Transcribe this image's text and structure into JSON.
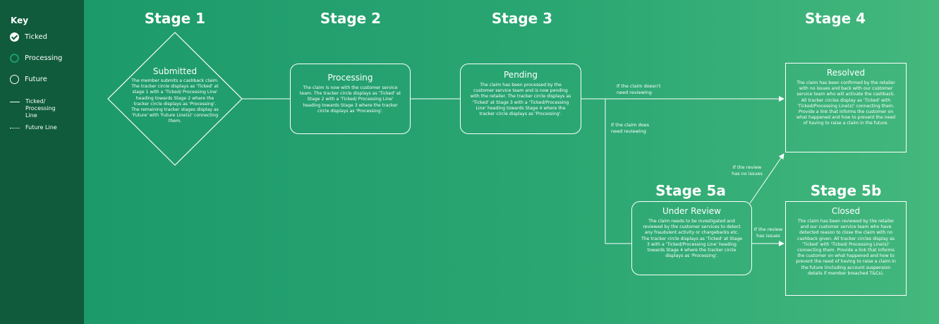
{
  "key": {
    "title": "Key",
    "ticked": "Ticked",
    "processing": "Processing",
    "future": "Future",
    "ticked_processing_line": "Ticked/ Processing Line",
    "future_line": "Future Line"
  },
  "stages": {
    "s1": "Stage 1",
    "s2": "Stage 2",
    "s3": "Stage 3",
    "s4": "Stage 4",
    "s5a": "Stage 5a",
    "s5b": "Stage 5b"
  },
  "nodes": {
    "submitted": {
      "title": "Submitted",
      "body": "The member submits a cashback claim. The tracker circle displays as 'Ticked' at stage 1 with a 'Ticked/ Processing Line' heading towards Stage 2 where the tracker circle displays as 'Processing'. The remaining tracker stages display as 'Future' with 'Future Line(s)' connecting them."
    },
    "processing": {
      "title": "Processing",
      "body": "The claim is now with the customer service team. The tracker circle displays as 'Ticked' at Stage 2 with a 'Ticked/ Processing Line' heading towards Stage 3 where the tracker circle displays as 'Processing'."
    },
    "pending": {
      "title": "Pending",
      "body": "The claim has been processed by the customer service team and is now pending with the retailer. The tracker circle displays as 'Ticked' at Stage 3 with a 'Ticked/Processing Line' heading towards Stage 4 where the tracker circle displays as 'Processing'."
    },
    "resolved": {
      "title": "Resolved",
      "body": "The claim has been confirmed by the retailer with no issues and back with our customer service team who will activate the cashback. All tracker circles display as 'Ticked' with 'Ticked/Processing Line(s)' connecting them. Provide a link that informs the customer on what happened and how to prevent the need of having to raise a claim in the future."
    },
    "under_review": {
      "title": "Under Review",
      "body": "The claim needs to be investigated and reviewed by the customer services to detect any fraudulent activity or chargebacks etc. The tracker circle displays as 'Ticked' at Stage 3 with a 'Ticked/Processing Line' heading towards Stage 4 where the tracker circle displays as 'Processing'."
    },
    "closed": {
      "title": "Closed",
      "body": "The claim has been reviewed by the retailer and our customer service team who have detected reason to close the claim with no cashback given. All tracker circles display as 'Ticked' with 'Ticked/ Processing Line(s)' connecting them. Provide a link that informs the customer on what happened and how to prevent the need of having to raise a claim in the future (including account suspension details if member breached T&Cs)."
    }
  },
  "edge_labels": {
    "no_review": "If the claim doesn't need reviewing",
    "needs_review": "If the claim does need reviewing",
    "review_no_issues": "If the review has no issues",
    "review_has_issues": "If the review has issues"
  },
  "colors": {
    "sidebar": "#0f5b3c",
    "main_start": "#1d9a6a",
    "main_end": "#44b87d",
    "line": "#ffffff"
  }
}
